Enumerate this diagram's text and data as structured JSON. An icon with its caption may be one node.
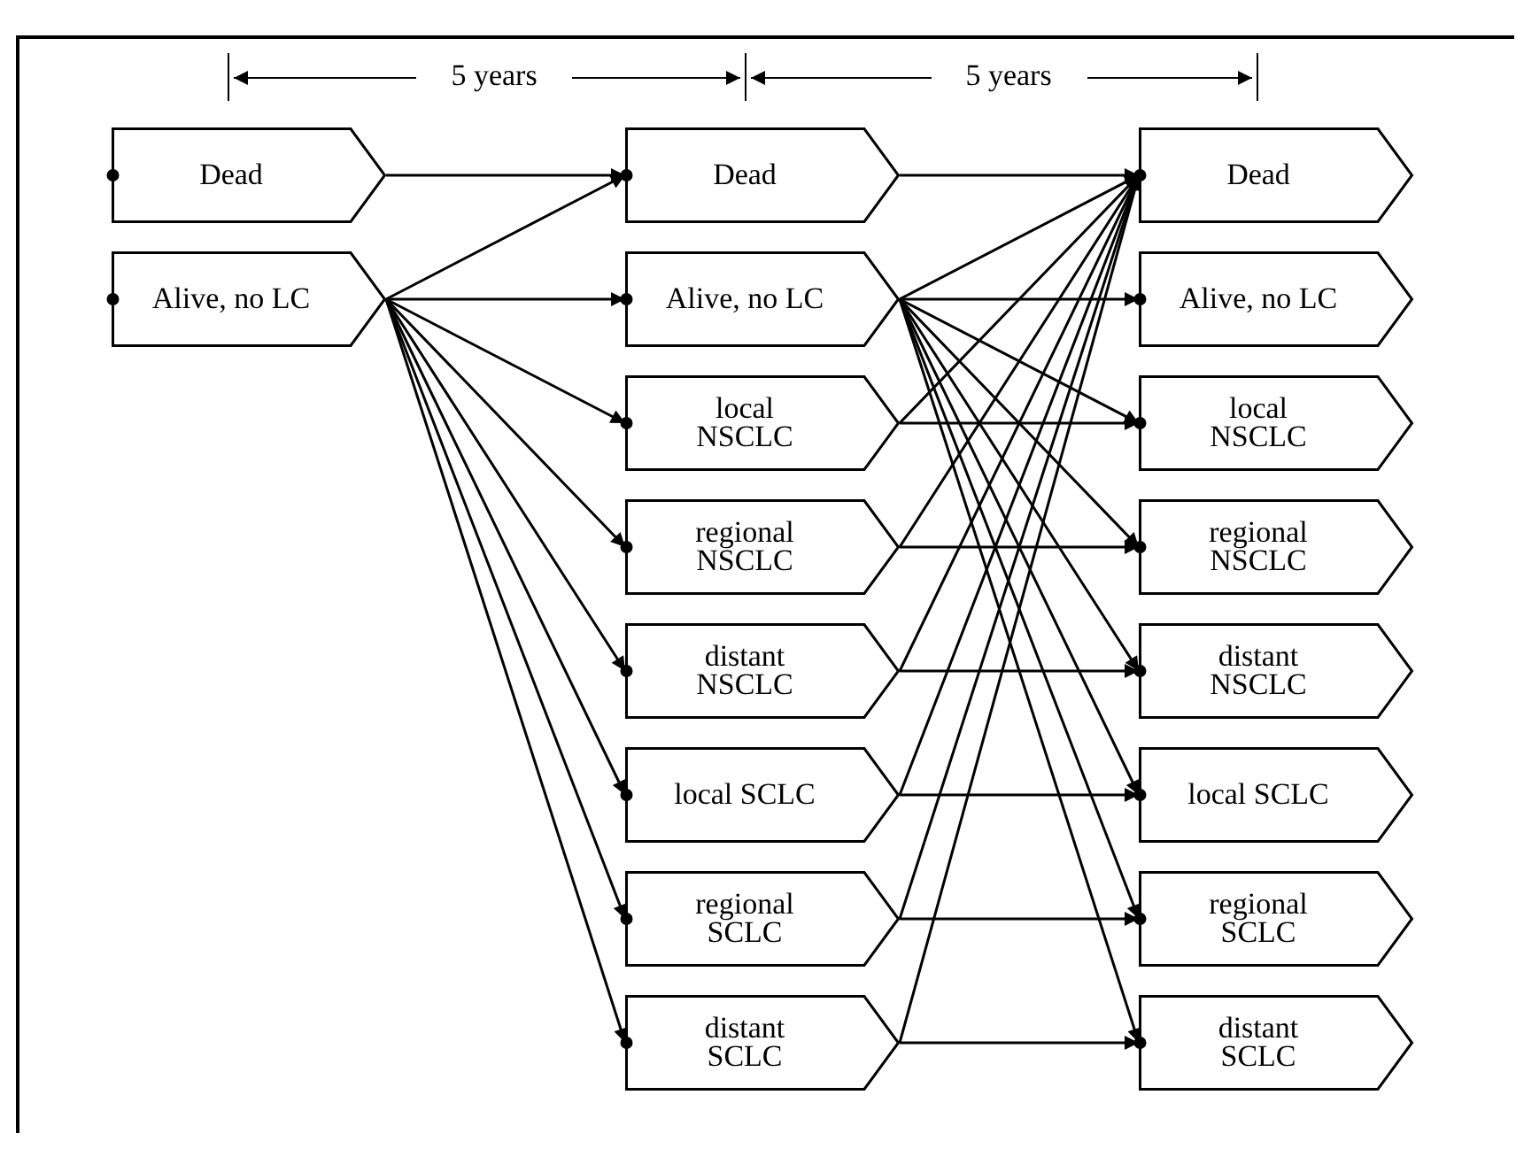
{
  "diagram": {
    "nodes": [
      {
        "text": [
          "Dead"
        ]
      },
      {
        "text": [
          "Alive, no LC"
        ]
      },
      {
        "text": [
          "Dead"
        ]
      },
      {
        "text": [
          "Alive, no LC"
        ]
      },
      {
        "text": [
          "local NSCLC"
        ]
      },
      {
        "text": [
          "regional NSCLC"
        ]
      },
      {
        "text": [
          "distant NSCLC"
        ]
      },
      {
        "text": [
          "local SCLC"
        ]
      },
      {
        "text": [
          "regional SCLC"
        ]
      },
      {
        "text": [
          "distant SCLC"
        ]
      },
      {
        "text": [
          "Dead"
        ]
      },
      {
        "text": [
          "Alive, no LC"
        ]
      },
      {
        "text": [
          "local NSCLC"
        ]
      },
      {
        "text": [
          "regional NSCLC"
        ]
      },
      {
        "text": [
          "distant NSCLC"
        ]
      },
      {
        "text": [
          "local SCLC"
        ]
      },
      {
        "text": [
          "regional SCLC"
        ]
      },
      {
        "text": [
          "distant SCLC"
        ]
      }
    ],
    "edges": [
      {
        "from": 0,
        "to": 2,
        "arrow": "to"
      },
      {
        "from": 1,
        "to": 2,
        "arrow": "to"
      },
      {
        "from": 1,
        "to": 3,
        "arrow": "to"
      },
      {
        "from": 1,
        "to": 4,
        "arrow": "to"
      },
      {
        "from": 1,
        "to": 5,
        "arrow": "to"
      },
      {
        "from": 1,
        "to": 6,
        "arrow": "to"
      },
      {
        "from": 1,
        "to": 7,
        "arrow": "to"
      },
      {
        "from": 1,
        "to": 8,
        "arrow": "to"
      },
      {
        "from": 1,
        "to": 9,
        "arrow": "to"
      },
      {
        "from": 2,
        "to": 10,
        "arrow": "to"
      },
      {
        "from": 3,
        "to": 10,
        "arrow": "to"
      },
      {
        "from": 3,
        "to": 11,
        "arrow": "to"
      },
      {
        "from": 3,
        "to": 12,
        "arrow": "to"
      },
      {
        "from": 3,
        "to": 13,
        "arrow": "to"
      },
      {
        "from": 3,
        "to": 14,
        "arrow": "to"
      },
      {
        "from": 3,
        "to": 15,
        "arrow": "to"
      },
      {
        "from": 3,
        "to": 16,
        "arrow": "to"
      },
      {
        "from": 3,
        "to": 17,
        "arrow": "to"
      },
      {
        "from": 4,
        "to": 10,
        "arrow": "to"
      },
      {
        "from": 4,
        "to": 12,
        "arrow": "to"
      },
      {
        "from": 5,
        "to": 10,
        "arrow": "to"
      },
      {
        "from": 5,
        "to": 13,
        "arrow": "to"
      },
      {
        "from": 6,
        "to": 10,
        "arrow": "to"
      },
      {
        "from": 6,
        "to": 14,
        "arrow": "to"
      },
      {
        "from": 7,
        "to": 10,
        "arrow": "to"
      },
      {
        "from": 7,
        "to": 15,
        "arrow": "to"
      },
      {
        "from": 8,
        "to": 10,
        "arrow": "to"
      },
      {
        "from": 8,
        "to": 16,
        "arrow": "to"
      },
      {
        "from": 9,
        "to": 10,
        "arrow": "to"
      },
      {
        "from": 9,
        "to": 17,
        "arrow": "to"
      }
    ],
    "labels": [
      "5 years",
      "5 years"
    ]
  }
}
